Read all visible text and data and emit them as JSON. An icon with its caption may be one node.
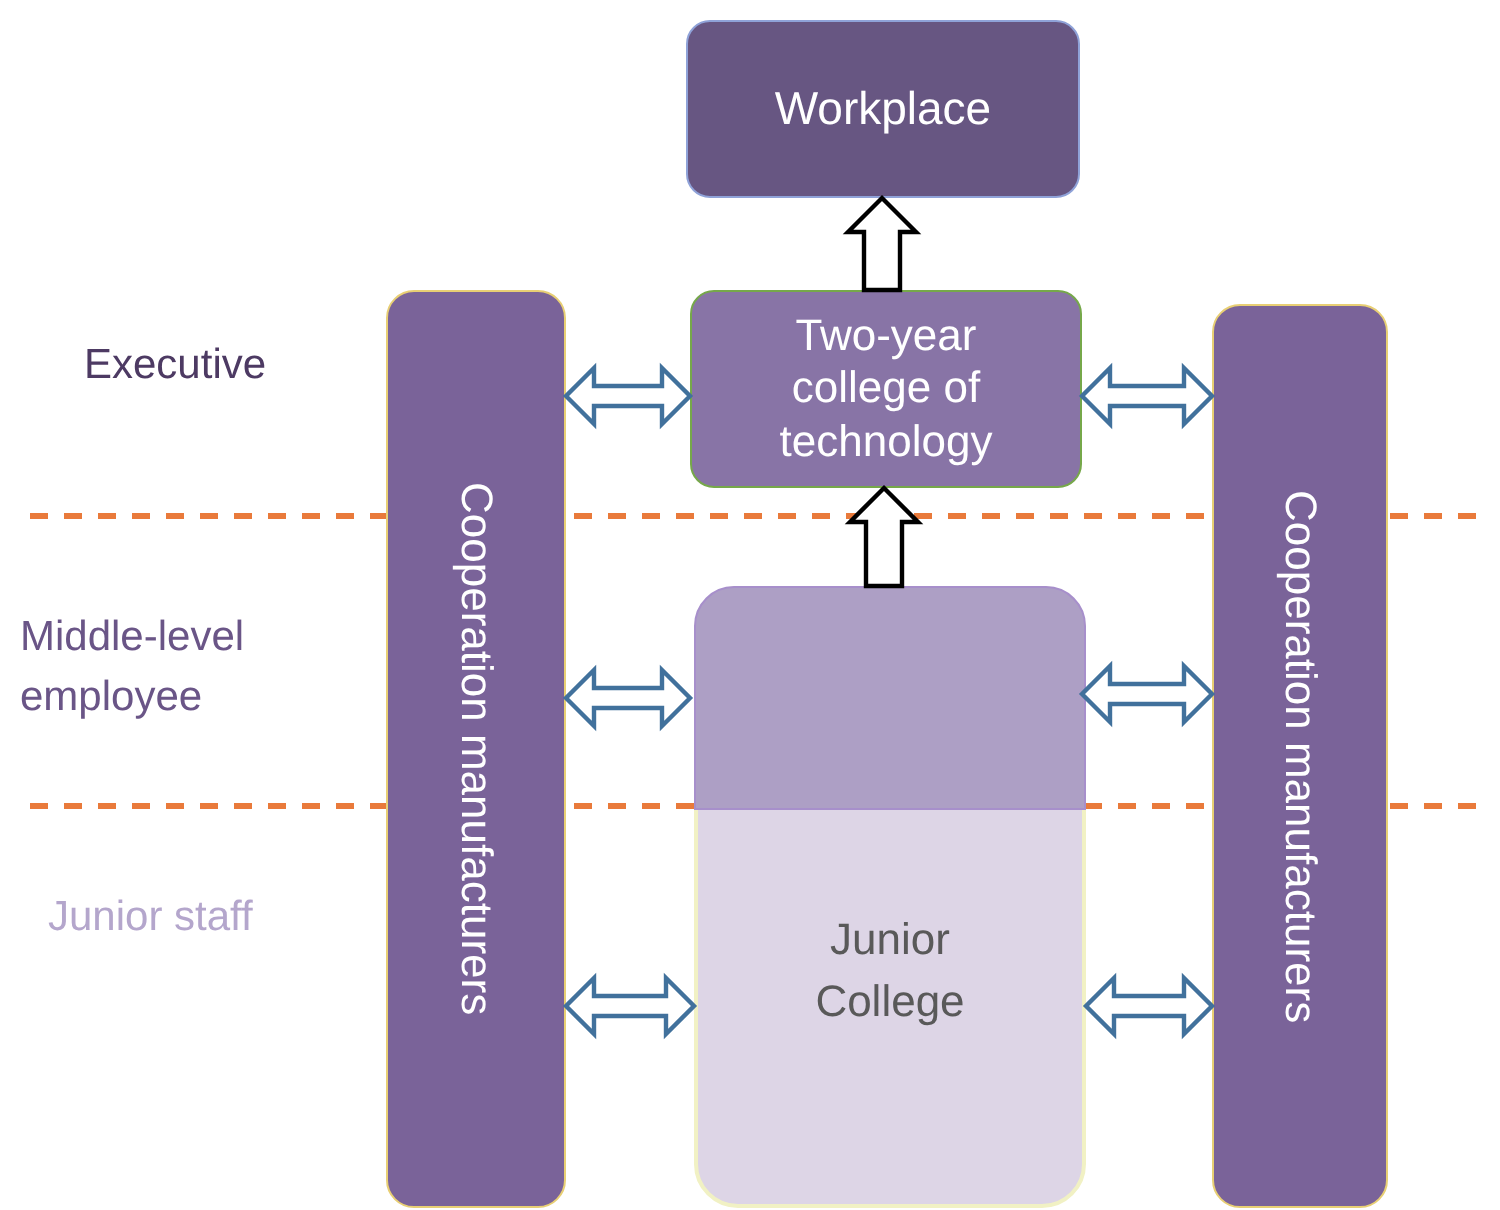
{
  "diagram": {
    "nodes": [
      {
        "text": [
          "Workplace"
        ]
      },
      {
        "text": [
          "Cooperation manufacturers"
        ]
      },
      {
        "text": [
          "Two-year college of technology"
        ]
      },
      {
        "text": [
          "Cooperation manufacturers"
        ]
      },
      {
        "text": [
          "Junior College"
        ]
      },
      {
        "text": [],
        "shape": "box",
        "in": 4
      }
    ],
    "edges": [
      {
        "from": 2,
        "to": 0,
        "arrow": "to",
        "color": "#000000"
      },
      {
        "from": 4,
        "to": 2,
        "arrow": "to",
        "color": "#000000"
      },
      {
        "from": 1,
        "to": 2,
        "arrow": "both"
      },
      {
        "from": 2,
        "to": 3,
        "arrow": "both"
      },
      {
        "from": 1,
        "to": 5,
        "arrow": "both"
      },
      {
        "from": 5,
        "to": 3,
        "arrow": "both"
      },
      {
        "from": 1,
        "to": 4,
        "arrow": "both"
      },
      {
        "from": 4,
        "to": 3,
        "arrow": "both"
      }
    ],
    "labels": [
      "Executive",
      "Middle-level employee",
      "Junior staff"
    ]
  }
}
